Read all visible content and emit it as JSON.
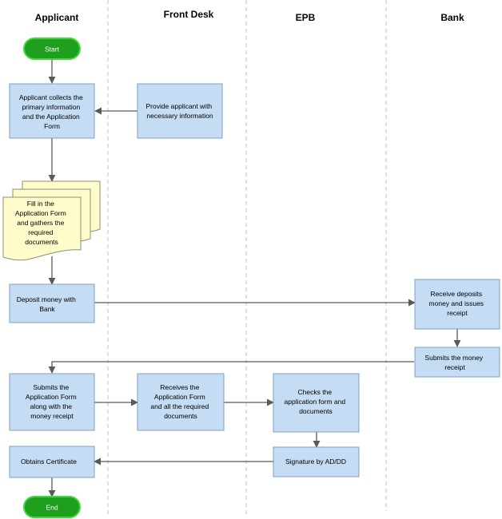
{
  "lanes": [
    "Applicant",
    "Front Desk",
    "EPB",
    "Bank"
  ],
  "nodes": {
    "start": "Start",
    "collect": [
      "Applicant collects the",
      "primary information",
      "and the Application",
      "Form"
    ],
    "provide": [
      "Provide applicant with",
      "necessary information"
    ],
    "fill": [
      "Fill in the",
      "Application Form",
      "and gathers the",
      "required",
      "documents"
    ],
    "deposit": [
      "Deposit money with",
      "Bank"
    ],
    "receive_deposits": [
      "Receive deposits",
      "money and issues",
      "receipt"
    ],
    "submits_receipt": [
      "Submits the money",
      "receipt"
    ],
    "submits_form": [
      "Submits the",
      "Application Form",
      "along with the",
      "money receipt"
    ],
    "receives_form": [
      "Receives the",
      "Application Form",
      "and all the required",
      "documents"
    ],
    "checks": [
      "Checks the",
      "application form and",
      "documents"
    ],
    "signature": [
      "Signature by AD/DD"
    ],
    "obtains": [
      "Obtains Certificate"
    ],
    "end": "End"
  },
  "colors": {
    "box_fill": "#c4dcf4",
    "box_stroke": "#7f9fbf",
    "doc_fill": "#fffccc",
    "terminal_fill": "#1ea01e",
    "terminal_stroke": "#3fd93f",
    "connector": "#595959",
    "lane_divider": "#c0c0c0"
  }
}
